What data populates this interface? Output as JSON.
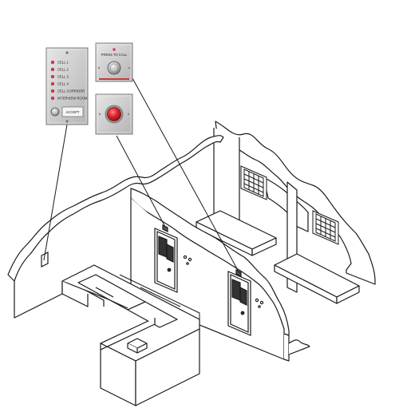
{
  "indicator_panel": {
    "items": [
      {
        "label": "CELL 1",
        "led_color": "#d93a4a"
      },
      {
        "label": "CELL 2",
        "led_color": "#d93a4a"
      },
      {
        "label": "CELL 3",
        "led_color": "#d93a4a"
      },
      {
        "label": "CELL 4",
        "led_color": "#d93a4a"
      },
      {
        "label": "CELL CORRIDOR",
        "led_color": "#d93a4a"
      },
      {
        "label": "INTERVIEW ROOM",
        "led_color": "#d93a4a"
      }
    ],
    "accept_label": "ACCEPT",
    "button_icon": "round-push-button"
  },
  "call_point": {
    "label": "PRESS TO CALL",
    "indicator_color": "#d93a4a",
    "strip_color": "#c23b3b",
    "button_icon": "round-push-button"
  },
  "assist_button": {
    "button_color": "#e0262e",
    "button_icon": "red-emergency-button"
  },
  "colors": {
    "panel_face": "#c9c9c9",
    "panel_edge": "#8a8a8a",
    "line": "#1a1a1a"
  }
}
